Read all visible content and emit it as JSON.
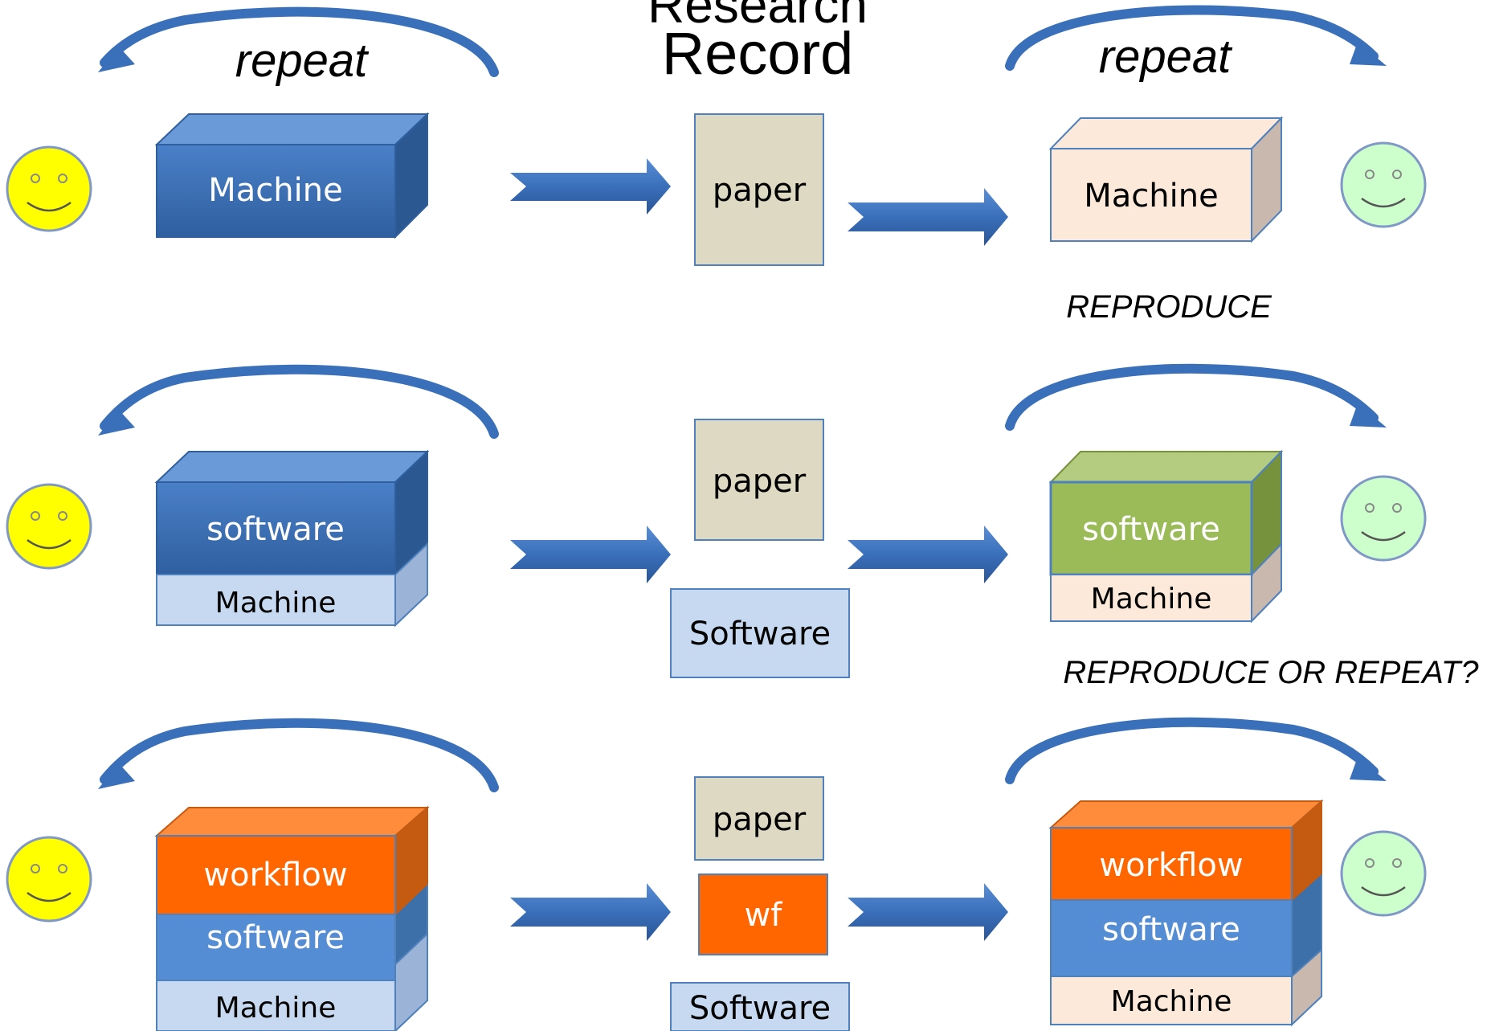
{
  "title": {
    "line1": "Research",
    "line2": "Record"
  },
  "repeat_left": "repeat",
  "repeat_right": "repeat",
  "row1": {
    "left_box": "Machine",
    "record": [
      "paper"
    ],
    "right_box": "Machine",
    "caption": "REPRODUCE"
  },
  "row2": {
    "left_boxes": [
      "software",
      "Machine"
    ],
    "record": [
      "paper",
      "Software"
    ],
    "right_boxes": [
      "software",
      "Machine"
    ],
    "caption": "REPRODUCE OR REPEAT?"
  },
  "row3": {
    "left_boxes": [
      "workflow",
      "software",
      "Machine"
    ],
    "record": [
      "paper",
      "wf",
      "Software"
    ],
    "right_boxes": [
      "workflow",
      "software",
      "Machine"
    ]
  },
  "colors": {
    "arrow_blue": "#3a6fba",
    "machine_dark_blue": "#3f72b8",
    "machine_light_blue": "#c6d9f1",
    "paper_tan": "#ddd9c3",
    "software_blue": "#548dd4",
    "workflow_orange": "#ff6600",
    "repro_peach": "#fde9d9",
    "repro_green": "#9bbb59",
    "smiley_yellow": "#ffff00",
    "smiley_green": "#ccffcc"
  },
  "icons": [
    "smiley-face-icon",
    "right-arrow-icon",
    "curved-arrow-icon"
  ]
}
